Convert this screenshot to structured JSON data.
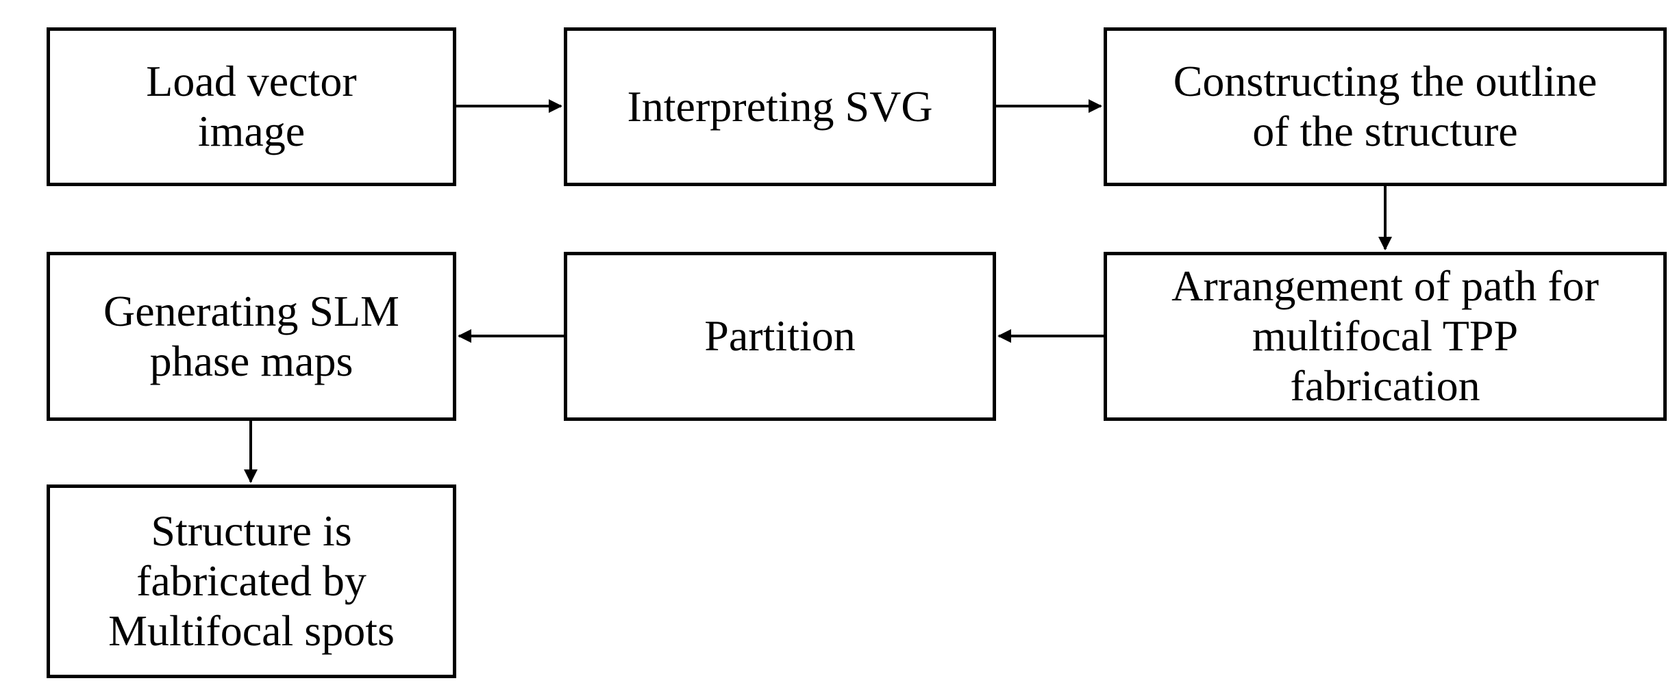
{
  "diagram": {
    "nodes": [
      {
        "id": "load_vector_image",
        "lines": [
          "Load vector",
          "image"
        ]
      },
      {
        "id": "interpreting_svg",
        "lines": [
          "Interpreting SVG"
        ]
      },
      {
        "id": "constructing_outline",
        "lines": [
          "Constructing the outline",
          "of the structure"
        ]
      },
      {
        "id": "arrangement_of_path",
        "lines": [
          "Arrangement of path for",
          "multifocal TPP",
          "fabrication"
        ]
      },
      {
        "id": "partition",
        "lines": [
          "Partition"
        ]
      },
      {
        "id": "generating_slm",
        "lines": [
          "Generating SLM",
          "phase maps"
        ]
      },
      {
        "id": "structure_fabricated",
        "lines": [
          "Structure is",
          "fabricated by",
          "Multifocal spots"
        ]
      }
    ],
    "edges": [
      {
        "from": "load_vector_image",
        "to": "interpreting_svg"
      },
      {
        "from": "interpreting_svg",
        "to": "constructing_outline"
      },
      {
        "from": "constructing_outline",
        "to": "arrangement_of_path"
      },
      {
        "from": "arrangement_of_path",
        "to": "partition"
      },
      {
        "from": "partition",
        "to": "generating_slm"
      },
      {
        "from": "generating_slm",
        "to": "structure_fabricated"
      }
    ]
  }
}
